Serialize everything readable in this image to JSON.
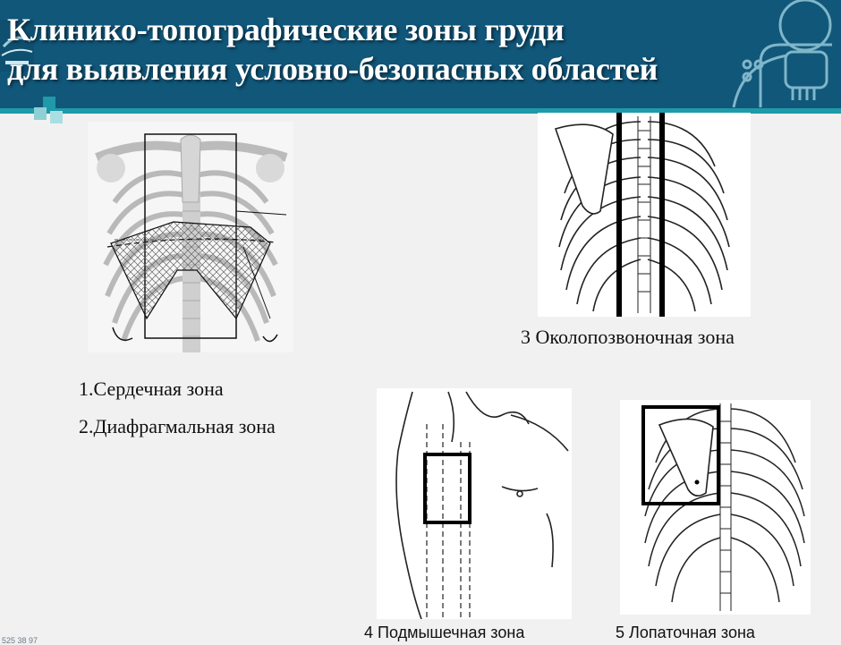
{
  "header": {
    "title_line1": "Клинико-топографические зоны груди",
    "title_line2": "для выявления условно-безопасных областей",
    "accent_color": "#11577a",
    "stripe_color": "#1f9aa8"
  },
  "figures": {
    "zone1_label": "1.Сердечная зона",
    "zone2_label": "2.Диафрагмальная зона",
    "zone3_label": "3 Околопозвоночная зона",
    "zone4_label": "4 Подмышечная   зона",
    "zone5_label": "5 Лопаточная зона"
  },
  "footer": {
    "number": "525 38 97"
  }
}
